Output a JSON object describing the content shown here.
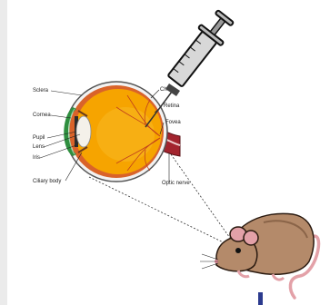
{
  "labels": {
    "sclera": "Sclera",
    "cornea": "Cornea",
    "pupil": "Pupil",
    "lens": "Lens",
    "iris": "Iris",
    "ciliary_body": "Ciliary body",
    "choroid": "Ch",
    "retina": "Retina",
    "fovea": "Fovea",
    "optic_nerve": "Optic nerve"
  },
  "colors": {
    "sclera": "#f2f2f2",
    "choroid": "#d9632a",
    "fundus": "#f6a400",
    "cornea": "#2f8f3f",
    "optic_nerve": "#a3242e",
    "syringe_body": "#d8d8d8",
    "mouse_body": "#b48a6a",
    "mouse_tail": "#e3a1a8"
  }
}
